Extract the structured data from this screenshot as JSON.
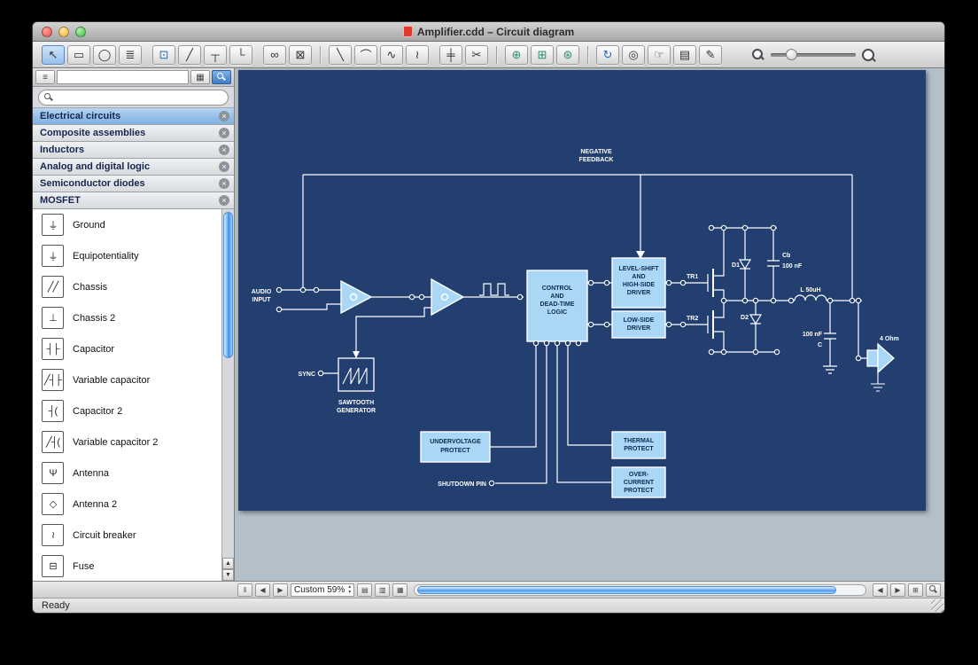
{
  "window": {
    "title": "Amplifier.cdd – Circuit diagram"
  },
  "colors": {
    "page": "#223f6f",
    "block": "#a9d7f5",
    "aqua_scrollbar": "#4694ee",
    "selection": "#97c0ec"
  },
  "toolbar": {
    "buttons": [
      {
        "n": "pointer-tool",
        "g": "↖",
        "sel": true
      },
      {
        "n": "rectangle-tool",
        "g": "▭"
      },
      {
        "n": "ellipse-tool",
        "g": "◯"
      },
      {
        "n": "text-tool",
        "g": "≣"
      },
      {
        "n": "smart-group-tool",
        "g": "⊡",
        "tint": true,
        "gap": true
      },
      {
        "n": "direct-connector-tool",
        "g": "╱"
      },
      {
        "n": "tree-connector-tool",
        "g": "┬"
      },
      {
        "n": "elbow-connector-tool",
        "g": "└"
      },
      {
        "n": "chain-connector-tool",
        "g": "∞",
        "gap": true
      },
      {
        "n": "disconnect-tool",
        "g": "⊠"
      },
      {
        "n": "sep-1",
        "g": "",
        "sep": true
      },
      {
        "n": "line-tool",
        "g": "╲"
      },
      {
        "n": "arc-tool",
        "g": "⌒"
      },
      {
        "n": "spline-tool",
        "g": "∿"
      },
      {
        "n": "freehand-tool",
        "g": "≀"
      },
      {
        "n": "connector-points-tool",
        "g": "╪",
        "gap": true
      },
      {
        "n": "split-tool",
        "g": "✂"
      },
      {
        "n": "sep-2",
        "g": "",
        "sep": true
      },
      {
        "n": "auto-connect-tool",
        "g": "⊕",
        "tint2": true
      },
      {
        "n": "auto-routing-tool",
        "g": "⊞",
        "tint2": true
      },
      {
        "n": "hyperlink-tool",
        "g": "⊛",
        "tint2": true
      },
      {
        "n": "sep-3",
        "g": "",
        "sep": true
      },
      {
        "n": "refresh-tool",
        "g": "↻",
        "tint": true
      },
      {
        "n": "zoom-tool",
        "g": "◎"
      },
      {
        "n": "pan-tool",
        "g": "☞"
      },
      {
        "n": "stamp-tool",
        "g": "▤"
      },
      {
        "n": "pencil-tool",
        "g": "✎"
      }
    ]
  },
  "sidebar": {
    "close_glyph": "×",
    "scroll_up": "▲",
    "scroll_down": "▼",
    "tree_glyph": "≡",
    "grid_glyph": "▦",
    "filter_value": "",
    "search_value": "",
    "libraries": [
      {
        "label": "Electrical circuits",
        "selected": true
      },
      {
        "label": "Composite assemblies"
      },
      {
        "label": "Inductors"
      },
      {
        "label": "Analog and digital logic"
      },
      {
        "label": "Semiconductor diodes"
      },
      {
        "label": "MOSFET"
      }
    ],
    "symbols": [
      {
        "label": "Ground",
        "glyph": "⏚"
      },
      {
        "label": "Equipotentiality",
        "glyph": "⏚"
      },
      {
        "label": "Chassis",
        "glyph": "╱╱"
      },
      {
        "label": "Chassis 2",
        "glyph": "⊥"
      },
      {
        "label": "Capacitor",
        "glyph": "┤├"
      },
      {
        "label": "Variable capacitor",
        "glyph": "╱┤├"
      },
      {
        "label": "Capacitor 2",
        "glyph": "┤("
      },
      {
        "label": "Variable capacitor 2",
        "glyph": "╱┤("
      },
      {
        "label": "Antenna",
        "glyph": "Ψ"
      },
      {
        "label": "Antenna 2",
        "glyph": "◇"
      },
      {
        "label": "Circuit breaker",
        "glyph": "≀"
      },
      {
        "label": "Fuse",
        "glyph": "⊟"
      }
    ]
  },
  "canvas": {
    "labels": {
      "negative_feedback": [
        "NEGATIVE",
        "FEEDBACK"
      ],
      "audio_input": [
        "AUDIO",
        "INPUT"
      ],
      "sync": "SYNC",
      "sawtooth": [
        "SAWTOOTH",
        "GENERATOR"
      ],
      "control": [
        "CONTROL",
        "AND",
        "DEAD-TIME",
        "LOGIC"
      ],
      "level_shift": [
        "LEVEL-SHIFT",
        "AND",
        "HIGH-SIDE",
        "DRIVER"
      ],
      "low_side": [
        "LOW-SIDE",
        "DRIVER"
      ],
      "undervoltage": [
        "UNDERVOLTAGE",
        "PROTECT"
      ],
      "thermal": [
        "THERMAL",
        "PROTECT"
      ],
      "overcurrent": [
        "OVER-",
        "CURRENT",
        "PROTECT"
      ],
      "shutdown_pin": "SHUTDOWN PIN",
      "tr1": "TR1",
      "tr2": "TR2",
      "d1": "D1",
      "d2": "D2",
      "cb": "Cb",
      "cb_value": "100 nF",
      "inductor": "L  50uH",
      "c_value": "100 nF",
      "c": "C",
      "speaker": "4 Ohm"
    }
  },
  "bottombar": {
    "zoom_label": "Custom 59%",
    "glyphs": {
      "pause": "‖",
      "prev": "◀",
      "next": "▶",
      "step_up": "▴",
      "step_down": "▾",
      "view_single": "▤",
      "view_double": "▥",
      "view_grid": "▦",
      "scroll_left": "◀",
      "scroll_right": "▶",
      "pages": "⊞"
    }
  },
  "statusbar": {
    "text": "Ready"
  }
}
